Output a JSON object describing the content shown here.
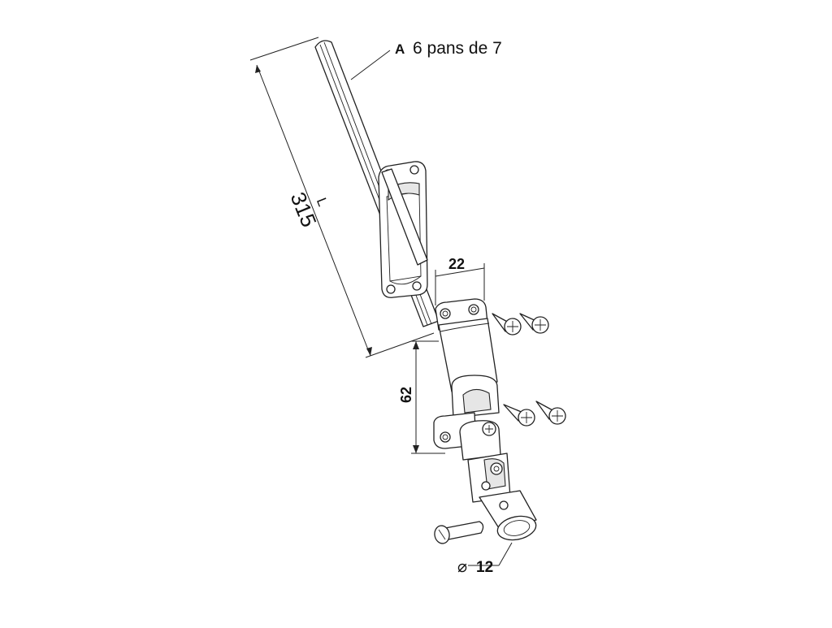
{
  "labels": {
    "callout_letter": "A",
    "callout_text": "6 pans de 7",
    "dim_length_letter": "L",
    "dim_length_value": "315",
    "dim_width": "22",
    "dim_height": "62",
    "dim_diameter": "12",
    "diameter_symbol": "⌀"
  },
  "colors": {
    "line": "#222222",
    "background": "#ffffff"
  }
}
